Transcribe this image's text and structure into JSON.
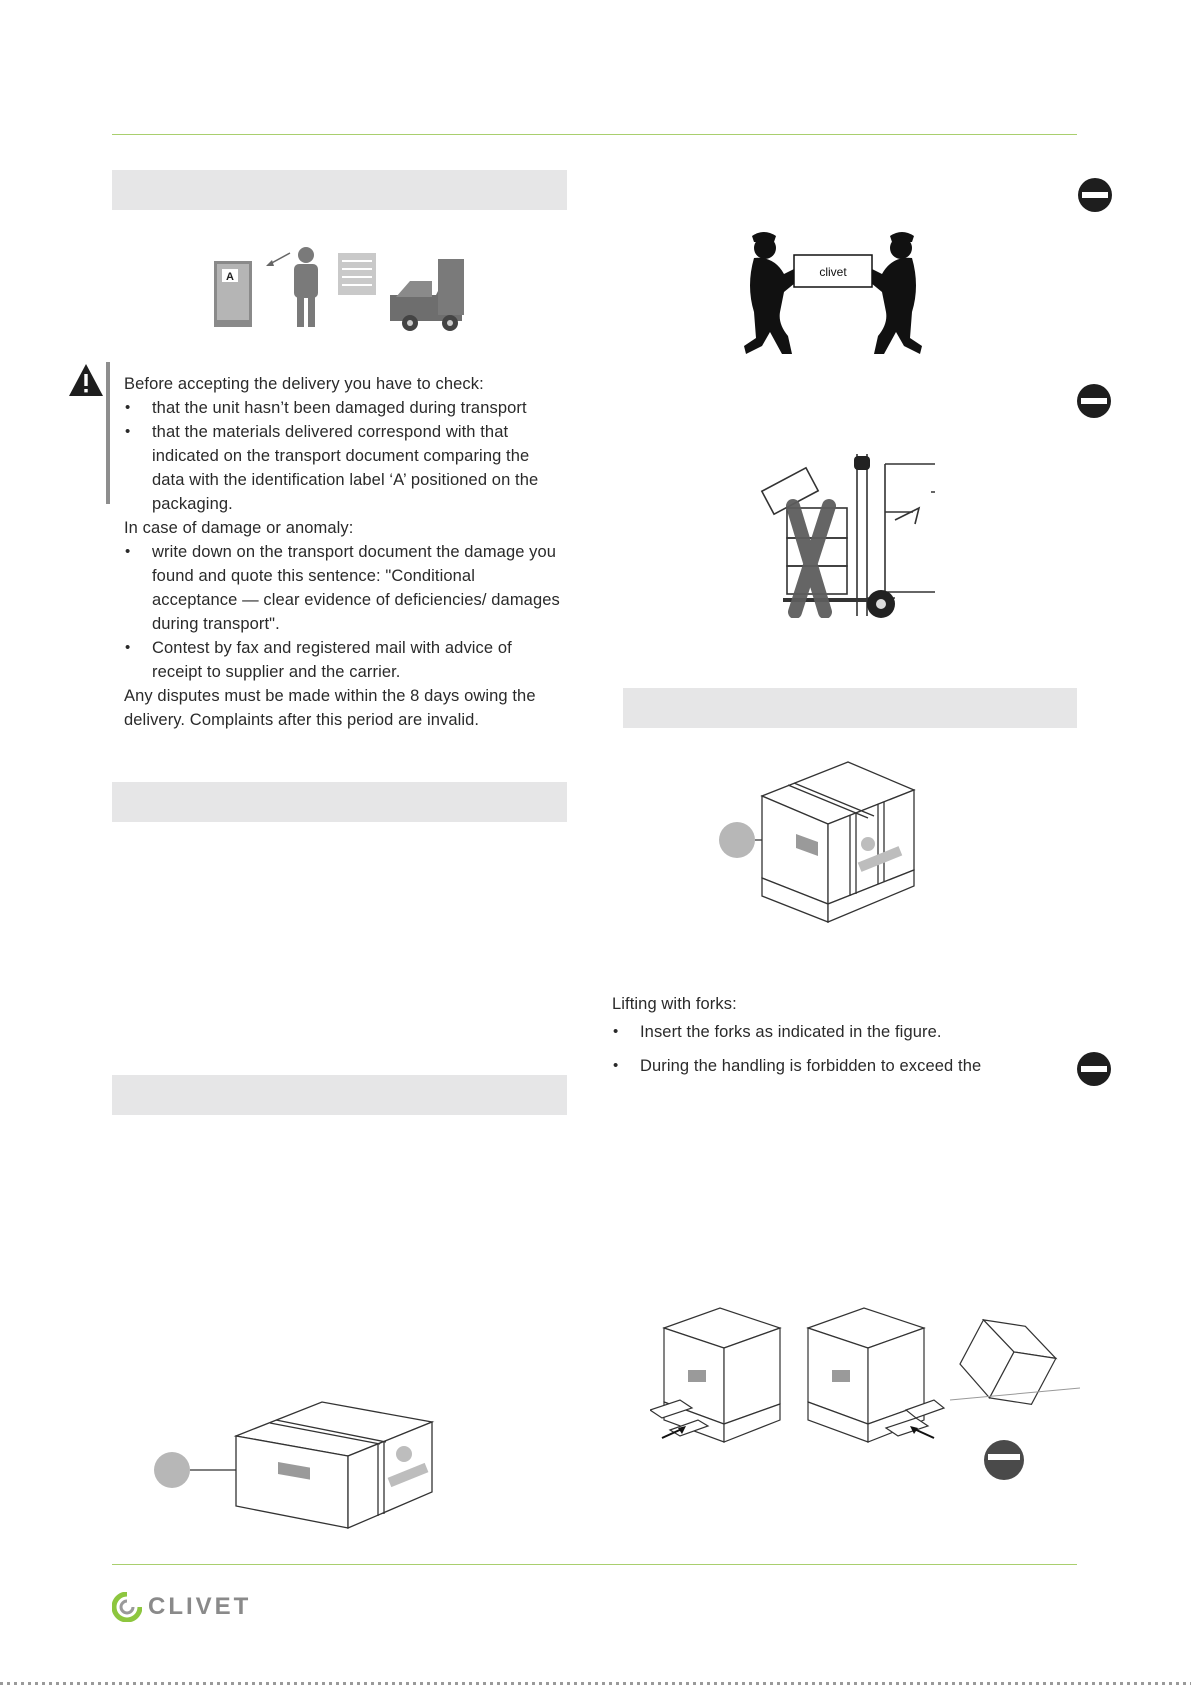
{
  "delivery_check": {
    "intro": "Before accepting the delivery you have to check:",
    "checks": [
      "that the unit hasn’t been damaged during transport",
      "that the materials delivered correspond with that indicated on the transport document comparing the data with the identification label ‘A’ positioned on the packaging."
    ],
    "damage_intro": "In case of damage or anomaly:",
    "damage_steps": [
      "write down on the transport document the damage you found and quote this sentence: \"Conditional acceptance — clear evidence of deficiencies/ damages during transport\".",
      "Contest by fax and registered mail with advice of receipt to supplier and the carrier."
    ],
    "disputes_note": "Any disputes must be made within the 8 days owing the delivery. Complaints after this period are invalid.",
    "label_letter": "A"
  },
  "carry_figure": {
    "box_label": "clivet"
  },
  "lifting": {
    "intro": "Lifting with forks:",
    "items": [
      "Insert the forks as indicated in the figure.",
      "During the handling is forbidden to exceed the"
    ]
  },
  "brand": {
    "name": "CLIVET",
    "color": "#8dc63f"
  },
  "colors": {
    "rule": "#a9cf6e",
    "band": "#e6e6e7",
    "callout": "#b7b7b7"
  },
  "icons": [
    "warning-icon",
    "prohibition-icon",
    "clivet-logo-icon"
  ]
}
